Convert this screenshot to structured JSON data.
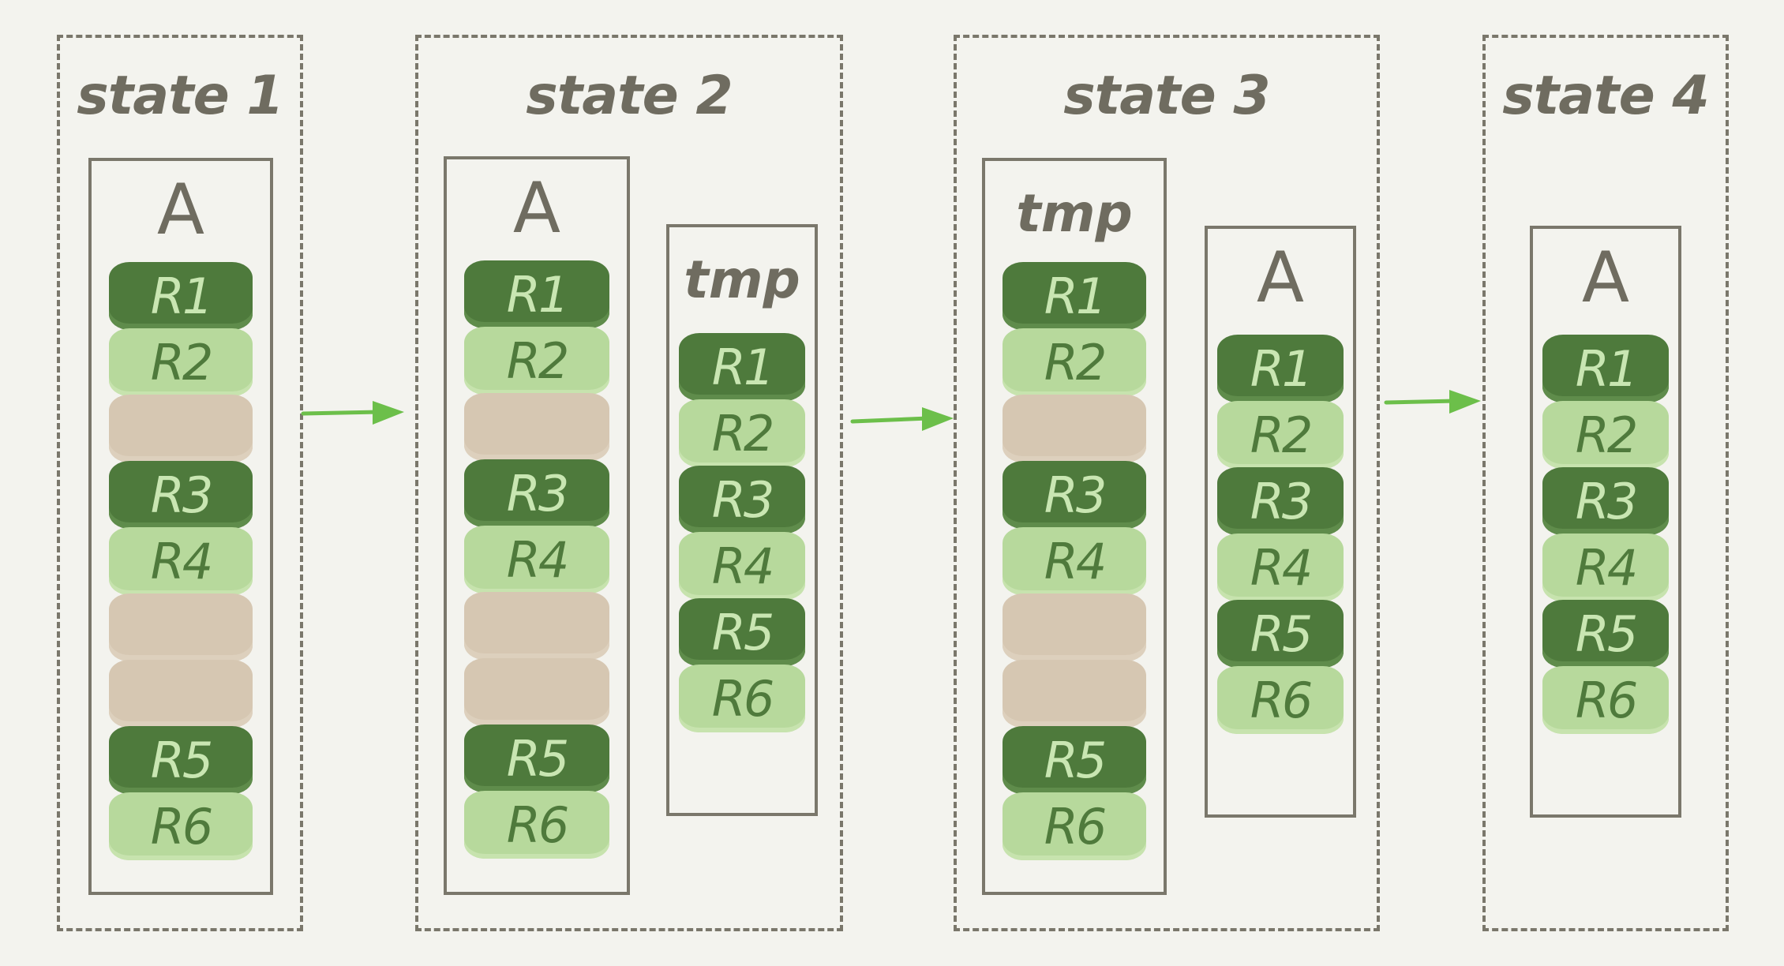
{
  "states": [
    {
      "title": "state 1",
      "tables": [
        {
          "label": "A",
          "rows": [
            {
              "text": "R1",
              "kind": "dark"
            },
            {
              "text": "R2",
              "kind": "light"
            },
            {
              "text": "",
              "kind": "empty"
            },
            {
              "text": "R3",
              "kind": "dark"
            },
            {
              "text": "R4",
              "kind": "light"
            },
            {
              "text": "",
              "kind": "empty"
            },
            {
              "text": "",
              "kind": "empty"
            },
            {
              "text": "R5",
              "kind": "dark"
            },
            {
              "text": "R6",
              "kind": "light"
            }
          ]
        }
      ]
    },
    {
      "title": "state 2",
      "tables": [
        {
          "label": "A",
          "rows": [
            {
              "text": "R1",
              "kind": "dark"
            },
            {
              "text": "R2",
              "kind": "light"
            },
            {
              "text": "",
              "kind": "empty"
            },
            {
              "text": "R3",
              "kind": "dark"
            },
            {
              "text": "R4",
              "kind": "light"
            },
            {
              "text": "",
              "kind": "empty"
            },
            {
              "text": "",
              "kind": "empty"
            },
            {
              "text": "R5",
              "kind": "dark"
            },
            {
              "text": "R6",
              "kind": "light"
            }
          ]
        },
        {
          "label": "tmp",
          "rows": [
            {
              "text": "R1",
              "kind": "dark"
            },
            {
              "text": "R2",
              "kind": "light"
            },
            {
              "text": "R3",
              "kind": "dark"
            },
            {
              "text": "R4",
              "kind": "light"
            },
            {
              "text": "R5",
              "kind": "dark"
            },
            {
              "text": "R6",
              "kind": "light"
            }
          ]
        }
      ]
    },
    {
      "title": "state 3",
      "tables": [
        {
          "label": "tmp",
          "rows": [
            {
              "text": "R1",
              "kind": "dark"
            },
            {
              "text": "R2",
              "kind": "light"
            },
            {
              "text": "",
              "kind": "empty"
            },
            {
              "text": "R3",
              "kind": "dark"
            },
            {
              "text": "R4",
              "kind": "light"
            },
            {
              "text": "",
              "kind": "empty"
            },
            {
              "text": "",
              "kind": "empty"
            },
            {
              "text": "R5",
              "kind": "dark"
            },
            {
              "text": "R6",
              "kind": "light"
            }
          ]
        },
        {
          "label": "A",
          "rows": [
            {
              "text": "R1",
              "kind": "dark"
            },
            {
              "text": "R2",
              "kind": "light"
            },
            {
              "text": "R3",
              "kind": "dark"
            },
            {
              "text": "R4",
              "kind": "light"
            },
            {
              "text": "R5",
              "kind": "dark"
            },
            {
              "text": "R6",
              "kind": "light"
            }
          ]
        }
      ]
    },
    {
      "title": "state 4",
      "tables": [
        {
          "label": "A",
          "rows": [
            {
              "text": "R1",
              "kind": "dark"
            },
            {
              "text": "R2",
              "kind": "light"
            },
            {
              "text": "R3",
              "kind": "dark"
            },
            {
              "text": "R4",
              "kind": "light"
            },
            {
              "text": "R5",
              "kind": "dark"
            },
            {
              "text": "R6",
              "kind": "light"
            }
          ]
        }
      ]
    }
  ],
  "colors": {
    "dark_row": "#4e7a3c",
    "light_row": "#b7d99c",
    "empty_row": "#d6c7b2",
    "arrow": "#6cbf4a",
    "border": "#7a776b",
    "background": "#f3f3ee"
  }
}
